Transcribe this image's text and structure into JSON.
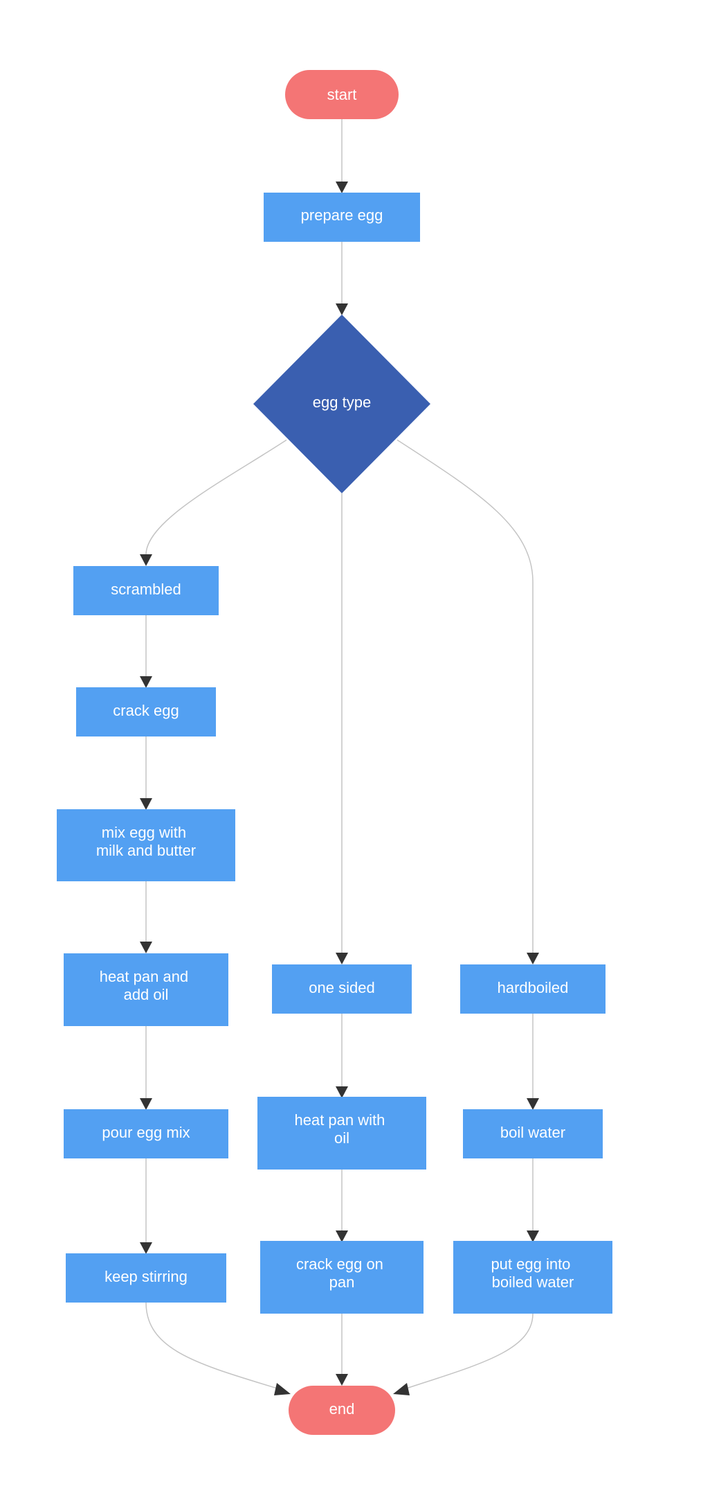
{
  "colors": {
    "terminal": "#f47575",
    "process": "#53a0f2",
    "decision": "#3a5fb0",
    "edge": "#c4c4c4",
    "arrow": "#333333",
    "text": "#ffffff"
  },
  "nodes": {
    "start": {
      "label": "start",
      "shape": "terminal"
    },
    "prepare_egg": {
      "label": "prepare egg",
      "shape": "process"
    },
    "egg_type": {
      "label": "egg type",
      "shape": "decision"
    },
    "scrambled": {
      "label": "scrambled",
      "shape": "process"
    },
    "crack_egg": {
      "label": "crack egg",
      "shape": "process"
    },
    "mix_egg": {
      "label": "mix egg with milk and butter",
      "shape": "process"
    },
    "heat_pan_oil": {
      "label": "heat pan and add oil",
      "shape": "process"
    },
    "pour_egg_mix": {
      "label": "pour egg mix",
      "shape": "process"
    },
    "keep_stirring": {
      "label": "keep stirring",
      "shape": "process"
    },
    "one_sided": {
      "label": "one sided",
      "shape": "process"
    },
    "heat_pan_with_oil": {
      "label": "heat pan with oil",
      "shape": "process"
    },
    "crack_egg_on_pan": {
      "label": "crack egg on pan",
      "shape": "process"
    },
    "hardboiled": {
      "label": "hardboiled",
      "shape": "process"
    },
    "boil_water": {
      "label": "boil water",
      "shape": "process"
    },
    "put_egg_boiled": {
      "label": "put egg into boiled water",
      "shape": "process"
    },
    "end": {
      "label": "end",
      "shape": "terminal"
    }
  },
  "edges": [
    {
      "from": "start",
      "to": "prepare_egg"
    },
    {
      "from": "prepare_egg",
      "to": "egg_type"
    },
    {
      "from": "egg_type",
      "to": "scrambled"
    },
    {
      "from": "egg_type",
      "to": "one_sided"
    },
    {
      "from": "egg_type",
      "to": "hardboiled"
    },
    {
      "from": "scrambled",
      "to": "crack_egg"
    },
    {
      "from": "crack_egg",
      "to": "mix_egg"
    },
    {
      "from": "mix_egg",
      "to": "heat_pan_oil"
    },
    {
      "from": "heat_pan_oil",
      "to": "pour_egg_mix"
    },
    {
      "from": "pour_egg_mix",
      "to": "keep_stirring"
    },
    {
      "from": "keep_stirring",
      "to": "end"
    },
    {
      "from": "one_sided",
      "to": "heat_pan_with_oil"
    },
    {
      "from": "heat_pan_with_oil",
      "to": "crack_egg_on_pan"
    },
    {
      "from": "crack_egg_on_pan",
      "to": "end"
    },
    {
      "from": "hardboiled",
      "to": "boil_water"
    },
    {
      "from": "boil_water",
      "to": "put_egg_boiled"
    },
    {
      "from": "put_egg_boiled",
      "to": "end"
    }
  ]
}
